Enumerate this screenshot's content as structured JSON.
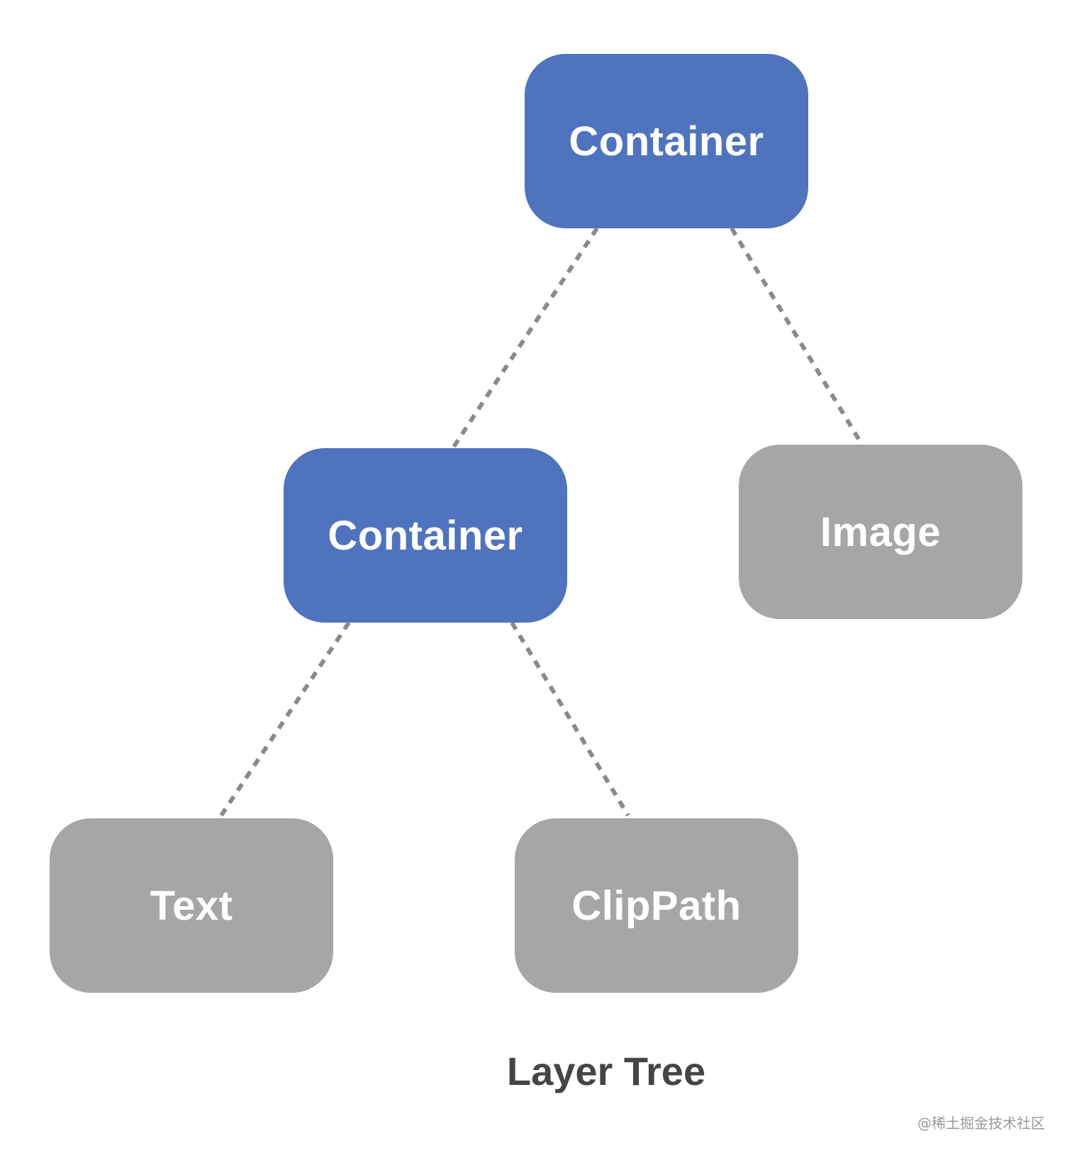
{
  "colors": {
    "container_node": "#4f73bd",
    "leaf_node": "#a6a6a6",
    "edge": "#8a8a8a",
    "label_text": "#ffffff",
    "caption_text": "#454545"
  },
  "nodes": {
    "root": {
      "label": "Container",
      "kind": "container"
    },
    "container_child": {
      "label": "Container",
      "kind": "container"
    },
    "image": {
      "label": "Image",
      "kind": "leaf"
    },
    "text": {
      "label": "Text",
      "kind": "leaf"
    },
    "clippath": {
      "label": "ClipPath",
      "kind": "leaf"
    }
  },
  "edges": [
    {
      "from": "root",
      "to": "container_child"
    },
    {
      "from": "root",
      "to": "image"
    },
    {
      "from": "container_child",
      "to": "text"
    },
    {
      "from": "container_child",
      "to": "clippath"
    }
  ],
  "caption": "Layer Tree",
  "watermark": "@稀土掘金技术社区"
}
